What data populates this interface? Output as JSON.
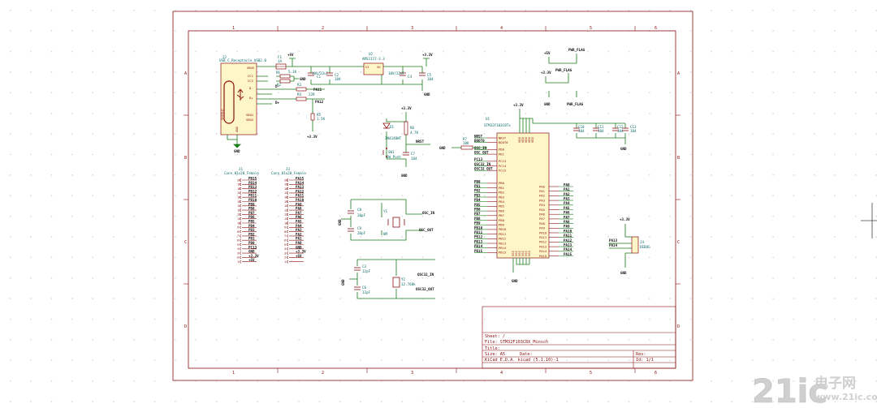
{
  "title_block": {
    "sheet_label": "Sheet: /",
    "file_label": "File: STM32F103C8X_Minsch",
    "title_label": "Title:",
    "size_label": "Size: A5",
    "date_label": "Date:",
    "rev_label": "Rev:",
    "tool_label": "KiCad E.D.A.  kicad (5.1.10)-1",
    "id_label": "Id: 1/1"
  },
  "border_numbers": [
    "1",
    "2",
    "3",
    "4",
    "5",
    "6"
  ],
  "border_letters": [
    "A",
    "B",
    "C",
    "D"
  ],
  "usb": {
    "ref": "J2",
    "value": "USB_C_Receptacle_USB2.0",
    "shield": "SHIELD",
    "gnd": "GND",
    "vbus": "VBUS",
    "cc1": "CC1",
    "cc2": "CC2",
    "dp": "D+",
    "dn": "D-",
    "sbu1": "SBU1",
    "sbu2": "SBU2"
  },
  "power_section": {
    "fuse_ref": "F1",
    "fuse_val": "1A",
    "plus5v": "+5V",
    "r1": "R1",
    "r2": "R2",
    "r_val": "5.1K",
    "gnd": "GND",
    "dminus": "D-",
    "dplus": "D+",
    "pa11": "PA11",
    "pa12": "PA12",
    "r3": "R3",
    "r4": "R4",
    "r_usb_val": "22R",
    "r5": "R5",
    "r5_val": "1.5K",
    "plus3v3": "+3.3V",
    "c1": "C1",
    "c1_val": "10V/22uF",
    "c2": "C2",
    "c2_val": "104",
    "reg_ref": "U2",
    "reg_val": "AMS1117-3.3",
    "vin": "VI",
    "vout": "VO",
    "c4": "C4",
    "c4_val": "10V/22uF",
    "c5": "C5",
    "c5_val": "104"
  },
  "flags": {
    "plus5v": "+5V",
    "pwr_flag_1": "PWR_FLAG",
    "plus3v3": "+3.3V",
    "pwr_flag_2": "PWR_FLAG",
    "gnd1": "GND",
    "pwr_flag_3": "PWR_FLAG"
  },
  "reset": {
    "plus3v3": "+3.3V",
    "d1": "D1",
    "d1_val": "1N4148WT",
    "r6": "R6",
    "r6_val": "4.7K",
    "nrst": "NRST",
    "sw1": "SW1",
    "sw1_val": "SW_Push",
    "c7": "C7",
    "c7_val": "104",
    "gnd": "GND"
  },
  "mcu": {
    "ref": "U1",
    "value": "STM32F103C8Tx",
    "plus3v3": "+3.3V",
    "gnd": "GND",
    "left_pins": [
      "NRST",
      "BOOT0",
      "PD0",
      "PD1",
      "PC13",
      "PC14",
      "PC15",
      "PB0",
      "PB1",
      "PB2",
      "PB3",
      "PB4",
      "PB5",
      "PB6",
      "PB7",
      "PB8",
      "PB9",
      "PB10",
      "PB11",
      "PB12",
      "PB13",
      "PB14",
      "PB15"
    ],
    "left_nets": [
      "NRST",
      "BOOT0",
      "OSC_IN",
      "OSC_OUT",
      "PC13",
      "OSC32_IN",
      "OSC32_OUT",
      "PB0",
      "PB1",
      "PB2",
      "PB3",
      "PB4",
      "PB5",
      "PB6",
      "PB7",
      "PB8",
      "PB9",
      "PB10",
      "PB11",
      "PB12",
      "PB13",
      "PB14",
      "PB15"
    ],
    "right_pins": [
      "PA0",
      "PA1",
      "PA2",
      "PA3",
      "PA4",
      "PA5",
      "PA6",
      "PA7",
      "PA8",
      "PA9",
      "PA10",
      "PA11",
      "PA12",
      "PA13",
      "PA14",
      "PA15"
    ],
    "r7": "R7",
    "r7_val": "10K",
    "boot_gnd": "GND",
    "c10": "C10",
    "c11": "C11",
    "c12": "C12",
    "c13": "C13",
    "c_val": "104"
  },
  "connectors": {
    "j1_ref": "J1",
    "j1_val": "Conn_01x20_Female",
    "j1_nets": [
      "PB15",
      "PB14",
      "PB13",
      "PB12",
      "PB11",
      "PB10",
      "PB9",
      "PB8",
      "PB7",
      "PB6",
      "PB5",
      "PB4",
      "PB3",
      "PB2",
      "PB1",
      "PB0",
      "PC13",
      "GND",
      "+3.3V",
      "+5V"
    ],
    "j3_ref": "J3",
    "j3_val": "Conn_01x20_Female",
    "j3_nets": [
      "PA15",
      "PA14",
      "PA13",
      "PA12",
      "PA11",
      "PA10",
      "PA9",
      "PA8",
      "PA7",
      "PA6",
      "PA5",
      "PA4",
      "PA3",
      "PA2",
      "PA1",
      "PA0",
      "GND",
      "+3.3V",
      "+5V"
    ],
    "pin_numbers": [
      "20",
      "19",
      "18",
      "17",
      "16",
      "15",
      "14",
      "13",
      "12",
      "11",
      "10",
      "9",
      "8",
      "7",
      "6",
      "5",
      "4",
      "3",
      "2",
      "1"
    ]
  },
  "crystal": {
    "c8": "C8",
    "c9": "C9",
    "c_val": "20pF",
    "y1": "Y1",
    "y1_val": "8M",
    "gnd": "GND",
    "osc_in": "OSC_IN",
    "osc_out": "OSC_OUT"
  },
  "crystal32": {
    "c14": "C3",
    "c15": "C6",
    "c_val": "12pF",
    "y2": "Y2",
    "y2_val": "32.768k",
    "gnd": "GND",
    "osc32_in": "OSC32_IN",
    "osc32_out": "OSC32_OUT"
  },
  "debug": {
    "plus3v3": "+3.3V",
    "pa13": "PA13",
    "pa14": "PA14",
    "ref": "J4",
    "val": "DEBUG",
    "gnd": "GND"
  },
  "watermark": {
    "brand": "21ic",
    "chinese": "电子网",
    "url": "www.21ic.com"
  },
  "colors": {
    "border": "#8a1010",
    "wire": "#1a7d1a",
    "component": "#8a1010",
    "component_fill": "#fff6c8",
    "ref_text": "#0d6b6b",
    "net_text": "#111111",
    "watermark": "#c8c8c8"
  }
}
